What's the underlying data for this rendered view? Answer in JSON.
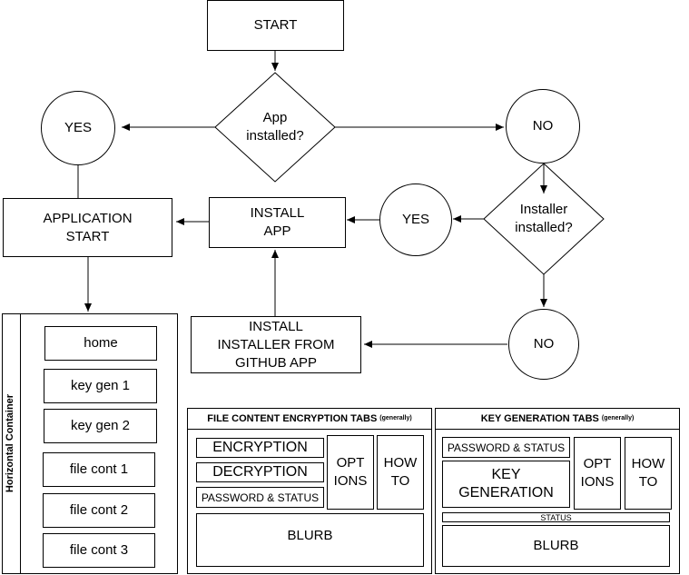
{
  "flowchart": {
    "start": "START",
    "app_installed_q": "App\ninstalled?",
    "yes_left": "YES",
    "no_right": "NO",
    "application_start": "APPLICATION\nSTART",
    "install_app": "INSTALL\nAPP",
    "yes_installer": "YES",
    "installer_installed_q": "Installer\ninstalled?",
    "no_bottom": "NO",
    "install_installer": "INSTALL\nINSTALLER FROM\nGITHUB APP"
  },
  "container": {
    "label": "Horizontal Container",
    "items": [
      "home",
      "key gen 1",
      "key gen 2",
      "file cont 1",
      "file cont 2",
      "file cont 3"
    ]
  },
  "file_tabs": {
    "title": "FILE CONTENT ENCRYPTION TABS",
    "title_note": "(generally)",
    "encryption": "ENCRYPTION",
    "decryption": "DECRYPTION",
    "password_status": "PASSWORD & STATUS",
    "options": "OPT\nIONS",
    "howto": "HOW\nTO",
    "blurb": "BLURB"
  },
  "key_tabs": {
    "title": "KEY GENERATION TABS",
    "title_note": "(generally)",
    "password_status": "PASSWORD & STATUS",
    "key_generation": "KEY\nGENERATION",
    "options": "OPT\nIONS",
    "howto": "HOW\nTO",
    "status": "STATUS",
    "blurb": "BLURB"
  }
}
